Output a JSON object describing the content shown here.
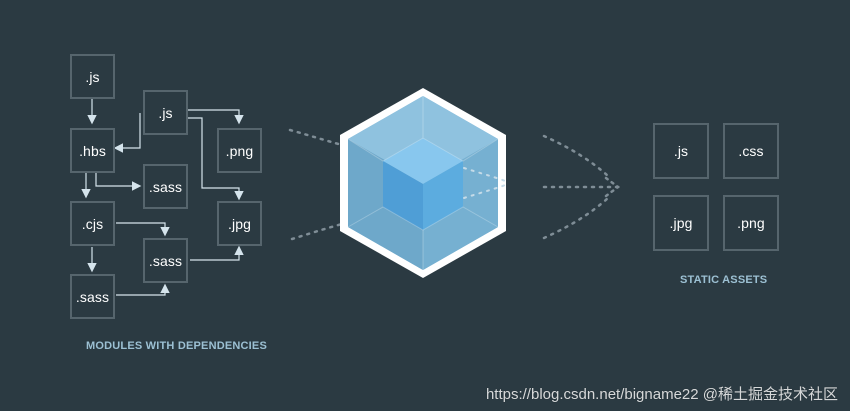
{
  "diagram": {
    "modules": [
      ".js",
      ".hbs",
      ".js",
      ".png",
      ".sass",
      ".cjs",
      ".jpg",
      ".sass",
      ".sass"
    ],
    "assets": [
      ".js",
      ".css",
      ".jpg",
      ".png"
    ],
    "captions": {
      "modules": "MODULES WITH DEPENDENCIES",
      "assets": "STATIC ASSETS"
    },
    "watermark": "https://blog.csdn.net/bigname22 @稀土掘金技术社区"
  },
  "colors": {
    "background": "#2b3a42",
    "box_border": "#56656d",
    "caption": "#9cc0d3",
    "cube_outer": "#7fb4d3",
    "cube_inner": "#5ca8de",
    "dots": "#7f8d96"
  }
}
